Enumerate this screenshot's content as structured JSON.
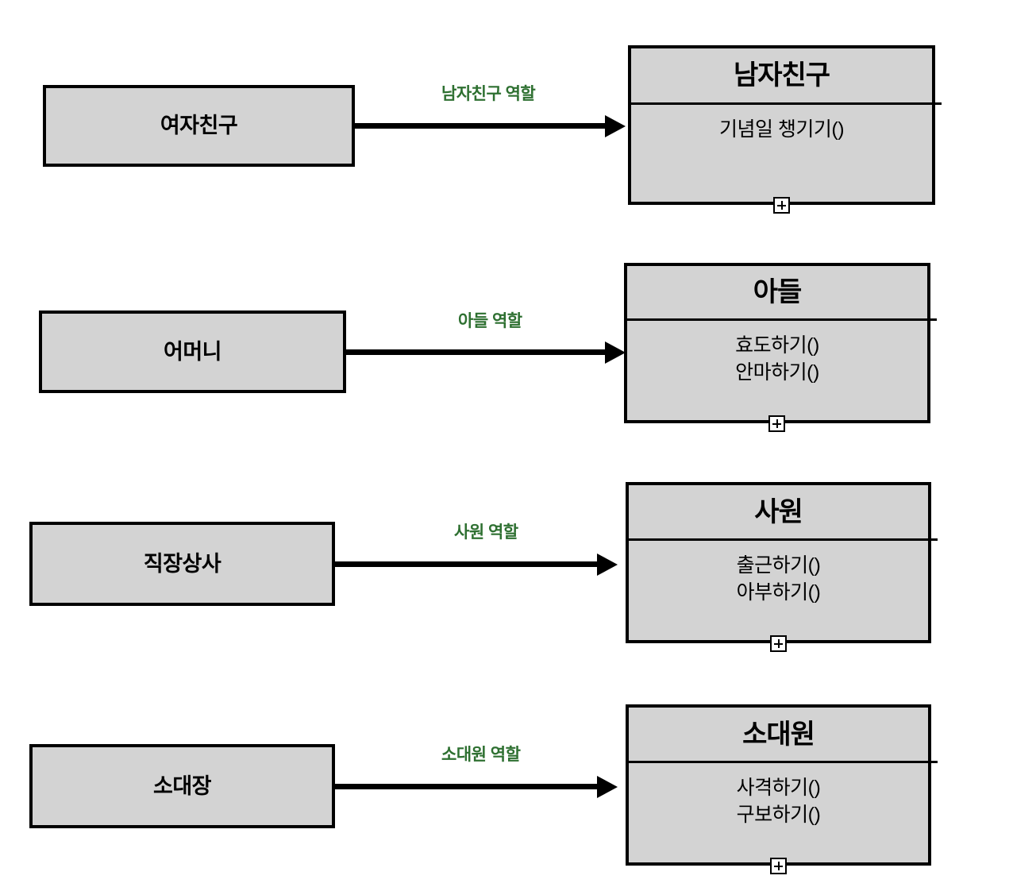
{
  "diagram": {
    "type": "uml-class-association-diagram",
    "background_color": "#ffffff",
    "box_fill_color": "#d3d3d3",
    "box_border_color": "#000000",
    "label_color": "#2e7031",
    "expand_icon": "plus-box"
  },
  "relationships": [
    {
      "actor": "여자친구",
      "edge_label": "남자친구 역할",
      "class_name": "남자친구",
      "methods": [
        "기념일 챙기기()"
      ],
      "expand_toggle": "+"
    },
    {
      "actor": "어머니",
      "edge_label": "아들 역할",
      "class_name": "아들",
      "methods": [
        "효도하기()",
        "안마하기()"
      ],
      "expand_toggle": "+"
    },
    {
      "actor": "직장상사",
      "edge_label": "사원 역할",
      "class_name": "사원",
      "methods": [
        "출근하기()",
        "아부하기()"
      ],
      "expand_toggle": "+"
    },
    {
      "actor": "소대장",
      "edge_label": "소대원 역할",
      "class_name": "소대원",
      "methods": [
        "사격하기()",
        "구보하기()"
      ],
      "expand_toggle": "+"
    }
  ]
}
